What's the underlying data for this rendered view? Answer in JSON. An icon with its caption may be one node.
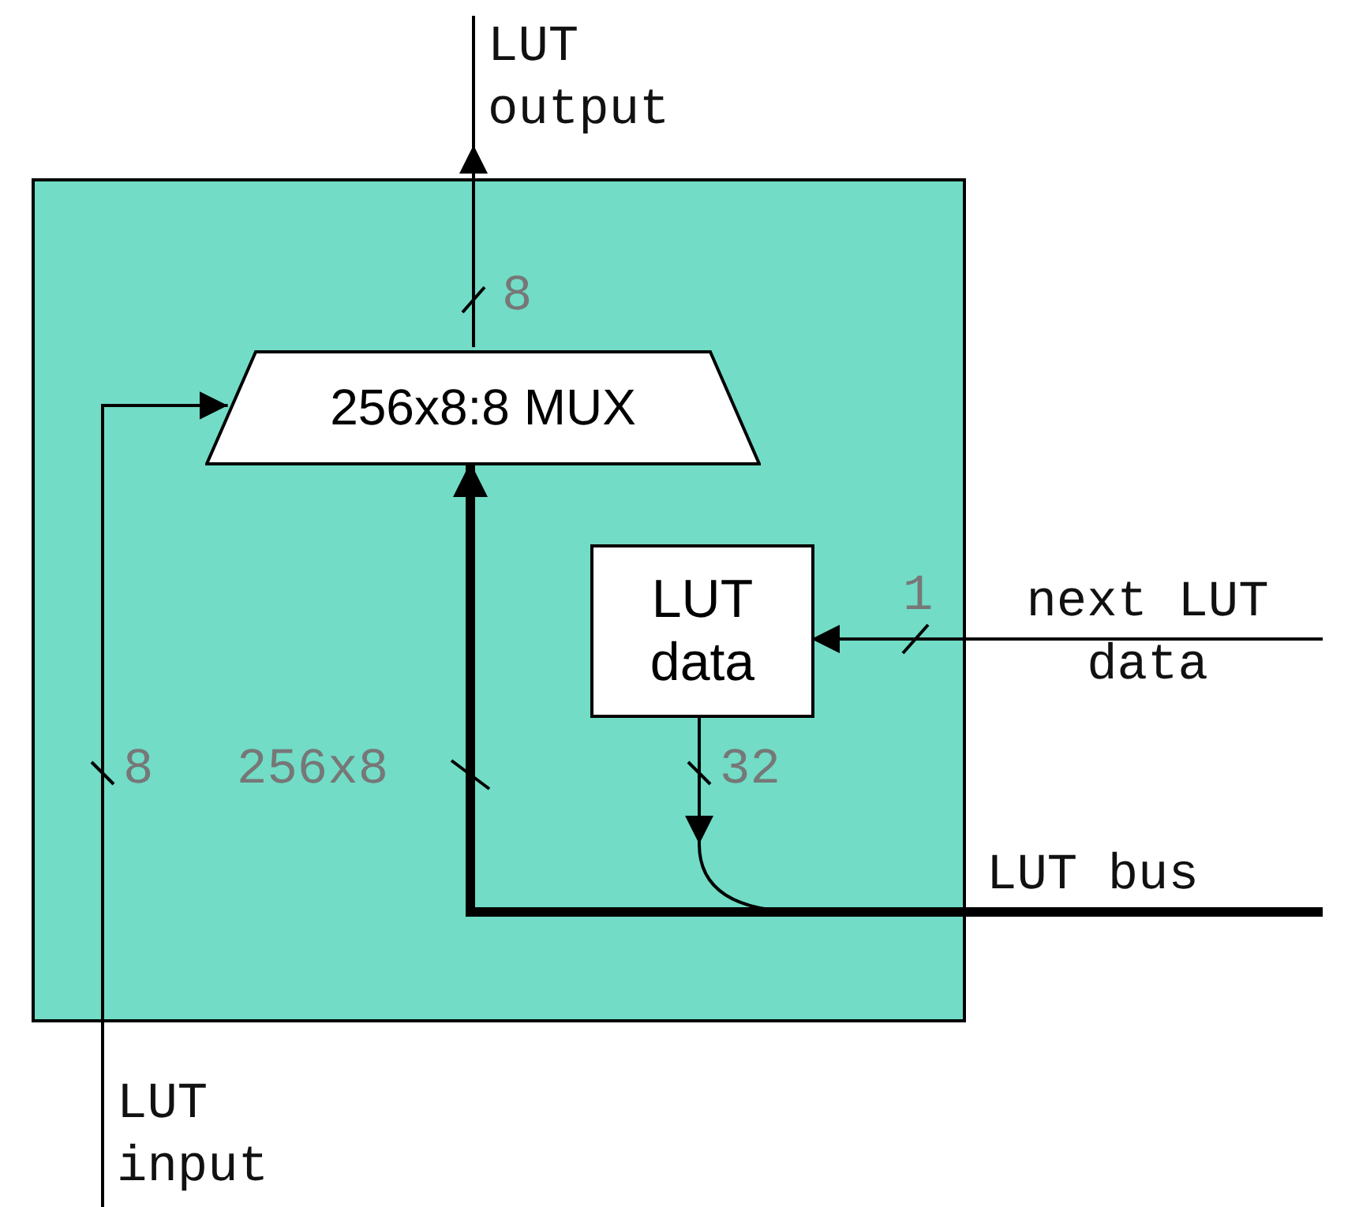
{
  "diagram": {
    "nodes": [
      {
        "text": [],
        "shape": "box"
      },
      {
        "text": [
          "256x8:8 MUX"
        ],
        "in": 0
      },
      {
        "text": [
          "LUT data"
        ],
        "in": 0
      },
      {
        "text": [
          "LUT output"
        ]
      },
      {
        "text": [
          "LUT input"
        ]
      },
      {
        "text": [
          "next LUT data"
        ]
      },
      {
        "text": [
          "LUT bus"
        ]
      }
    ],
    "edges": [
      {
        "from": 1,
        "to": 3,
        "arrow": "to",
        "label": "8"
      },
      {
        "from": 4,
        "to": 1,
        "arrow": "to",
        "label": "8"
      },
      {
        "from": 5,
        "to": 2,
        "arrow": "to",
        "label": "1"
      },
      {
        "from": 6,
        "to": 1,
        "arrow": "to",
        "label": "256x8",
        "style": "thick"
      },
      {
        "from": 2,
        "to": 6,
        "arrow": "to",
        "label": "32"
      }
    ]
  }
}
